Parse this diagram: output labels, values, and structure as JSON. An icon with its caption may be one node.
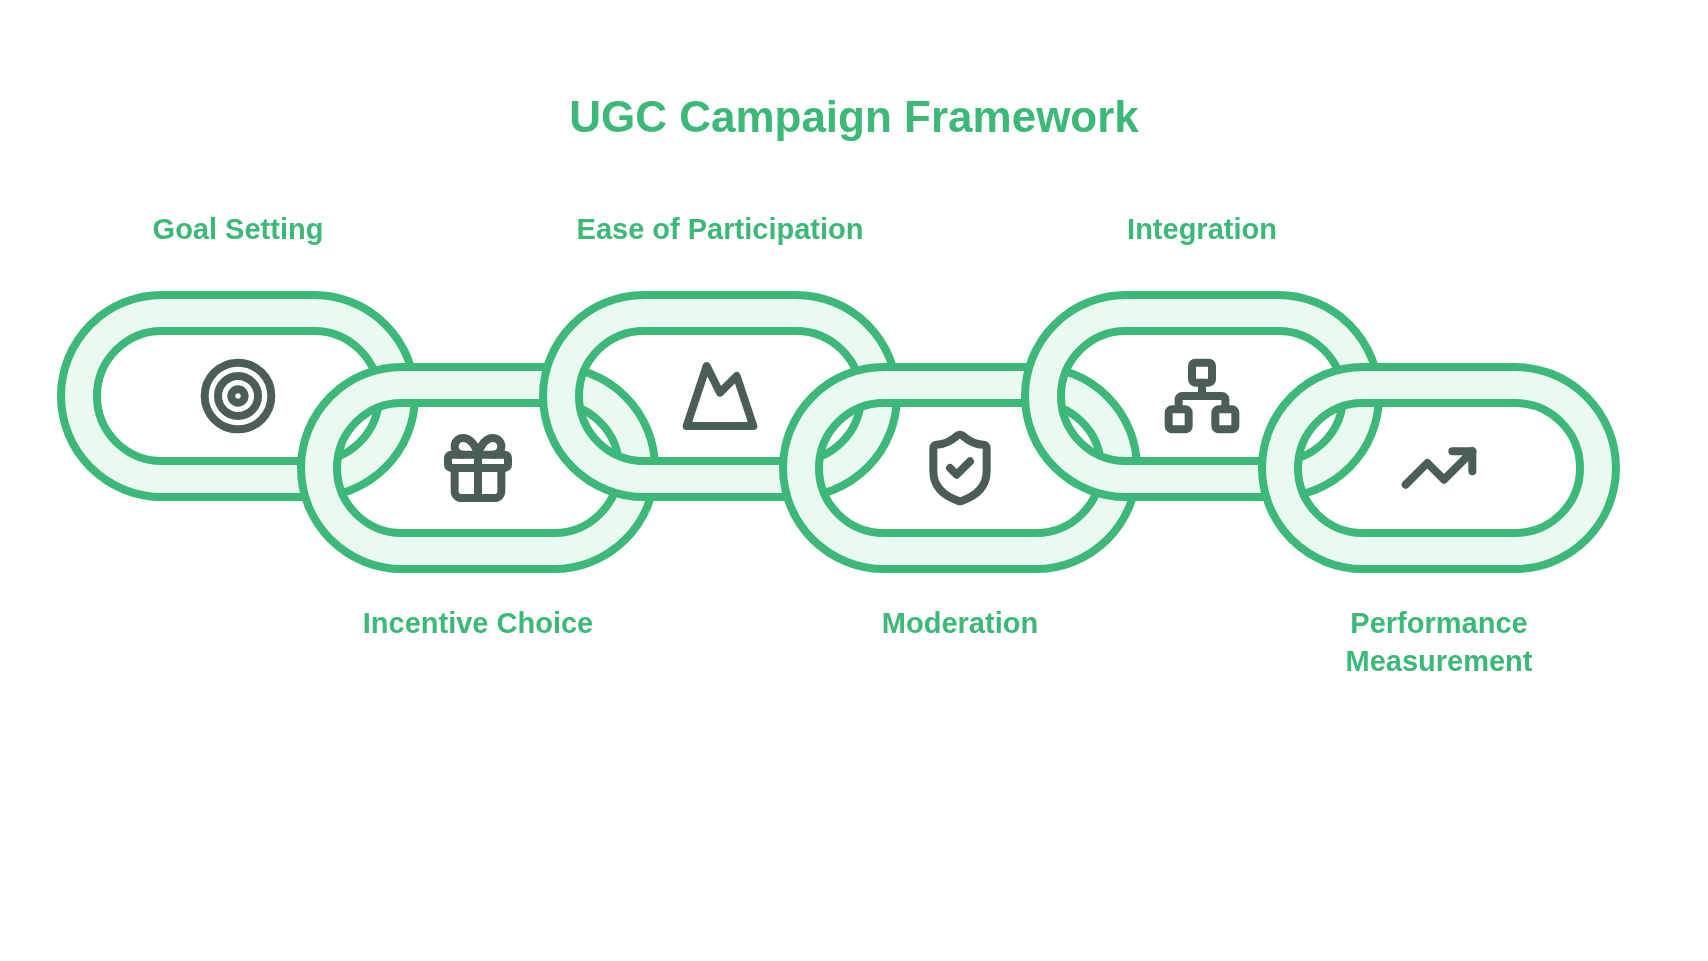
{
  "diagram": {
    "title": "UGC Campaign Framework",
    "nodes": [
      {
        "text": [
          "Goal Setting"
        ]
      },
      {
        "text": [
          "Incentive Choice"
        ]
      },
      {
        "text": [
          "Ease of Participation"
        ]
      },
      {
        "text": [
          "Moderation"
        ]
      },
      {
        "text": [
          "Integration"
        ]
      },
      {
        "text": [
          "Performance Measurement"
        ]
      }
    ]
  }
}
